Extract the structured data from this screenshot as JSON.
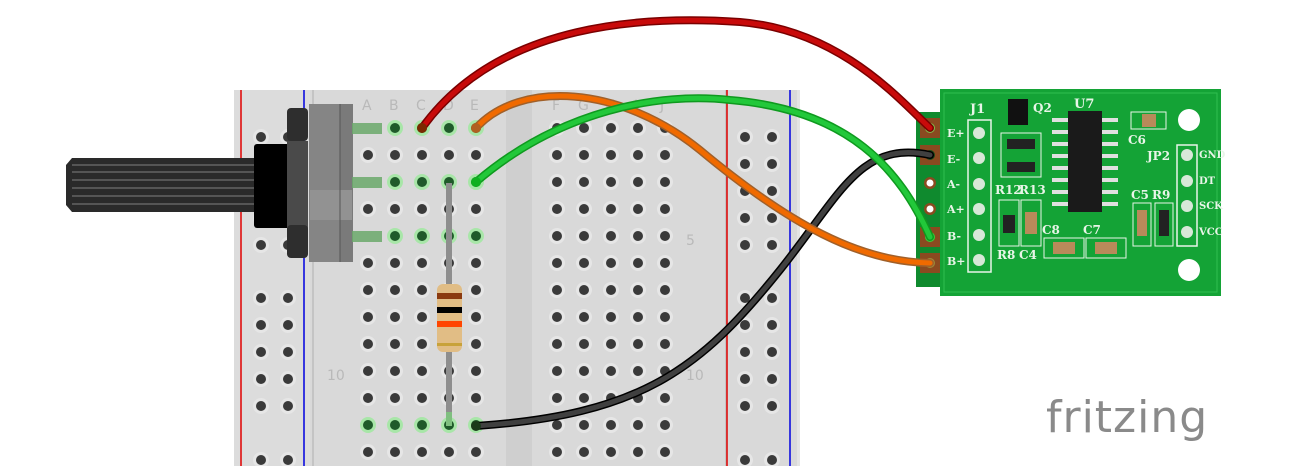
{
  "breadboard": {
    "column_labels_left": [
      "A",
      "B",
      "C",
      "D",
      "E"
    ],
    "column_labels_right": [
      "F",
      "G",
      "H",
      "I",
      "J"
    ],
    "row_labels": [
      {
        "row": 5,
        "label": "5"
      },
      {
        "row": 10,
        "label": "10"
      }
    ],
    "colors": {
      "body": "#dadada",
      "hole": "#3a3a3a",
      "rail_red": "#e00000",
      "rail_blue": "#0000e0",
      "highlight": "#7fd97f"
    }
  },
  "components": {
    "potentiometer": {
      "label": "Rotary Potentiometer",
      "color": "#2a2a2a"
    },
    "resistor": {
      "label": "Resistor",
      "bands": [
        "#8b3a0f",
        "#000000",
        "#ff4500",
        "#c8a23a"
      ]
    },
    "load_cell_amp": {
      "label": "HX711 module",
      "header_j1": {
        "name": "J1",
        "pins": [
          "E+",
          "E-",
          "A-",
          "A+",
          "B-",
          "B+"
        ]
      },
      "header_jp2": {
        "name": "JP2",
        "pins": [
          "GND",
          "DT",
          "SCK",
          "VCC"
        ]
      },
      "ic_label": "U7",
      "parts": [
        "Q2",
        "C6",
        "R12",
        "R13",
        "R8",
        "C4",
        "C8",
        "C7",
        "C5",
        "R9"
      ],
      "color": "#1a9a3a"
    }
  },
  "wires": [
    {
      "name": "red",
      "color": "#c00000",
      "from": "C1",
      "to": "E+"
    },
    {
      "name": "orange",
      "color": "#f06a00",
      "from": "E1",
      "to": "B+"
    },
    {
      "name": "green",
      "color": "#22c033",
      "from": "E3",
      "to": "B-"
    },
    {
      "name": "black",
      "color": "#404040",
      "from": "E13",
      "to": "E-"
    }
  ],
  "logo": {
    "text": "fritzing"
  }
}
